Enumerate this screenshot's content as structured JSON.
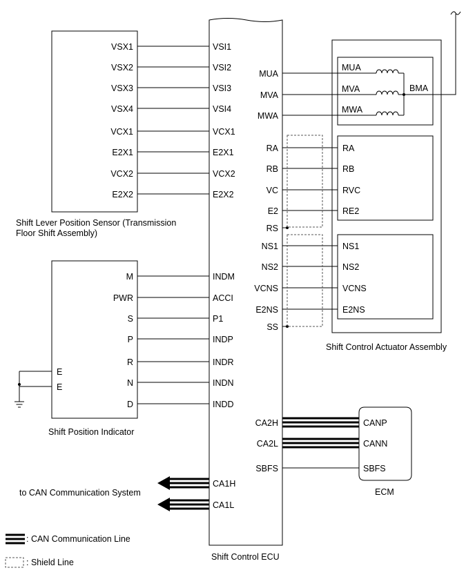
{
  "shift_lever_sensor": {
    "pins": [
      "VSX1",
      "VSX2",
      "VSX3",
      "VSX4",
      "VCX1",
      "E2X1",
      "VCX2",
      "E2X2"
    ],
    "label_line1": "Shift Lever Position Sensor (Transmission",
    "label_line2": "Floor Shift Assembly)"
  },
  "shift_position_indicator": {
    "pins": [
      "M",
      "PWR",
      "S",
      "P",
      "R",
      "N",
      "D"
    ],
    "ground_pins": [
      "E",
      "E"
    ],
    "label": "Shift Position Indicator"
  },
  "ecu": {
    "label": "Shift Control ECU",
    "left_pins_sensor": [
      "VSI1",
      "VSI2",
      "VSI3",
      "VSI4",
      "VCX1",
      "E2X1",
      "VCX2",
      "E2X2"
    ],
    "left_pins_indicator": [
      "INDM",
      "ACCI",
      "P1",
      "INDP",
      "INDR",
      "INDN",
      "INDD"
    ],
    "left_pins_can": [
      "CA1H",
      "CA1L"
    ],
    "right_pins_motor": [
      "MUA",
      "MVA",
      "MWA"
    ],
    "right_pins_rotary": [
      "RA",
      "RB",
      "VC",
      "E2",
      "RS"
    ],
    "right_pins_ns": [
      "NS1",
      "NS2",
      "VCNS",
      "E2NS",
      "SS"
    ],
    "right_pins_can": [
      "CA2H",
      "CA2L",
      "SBFS"
    ]
  },
  "actuator": {
    "label": "Shift Control Actuator Assembly",
    "motor_pins": [
      "MUA",
      "MVA",
      "MWA"
    ],
    "motor_common": "BMA",
    "rotary_pins": [
      "RA",
      "RB",
      "RVC",
      "RE2"
    ],
    "ns_pins": [
      "NS1",
      "NS2",
      "VCNS",
      "E2NS"
    ]
  },
  "ecm": {
    "label": "ECM",
    "pins": [
      "CANP",
      "CANN",
      "SBFS"
    ]
  },
  "can_system": {
    "label": "to CAN Communication System"
  },
  "legend": {
    "can_line": ": CAN Communication Line",
    "shield_line": ": Shield Line"
  }
}
